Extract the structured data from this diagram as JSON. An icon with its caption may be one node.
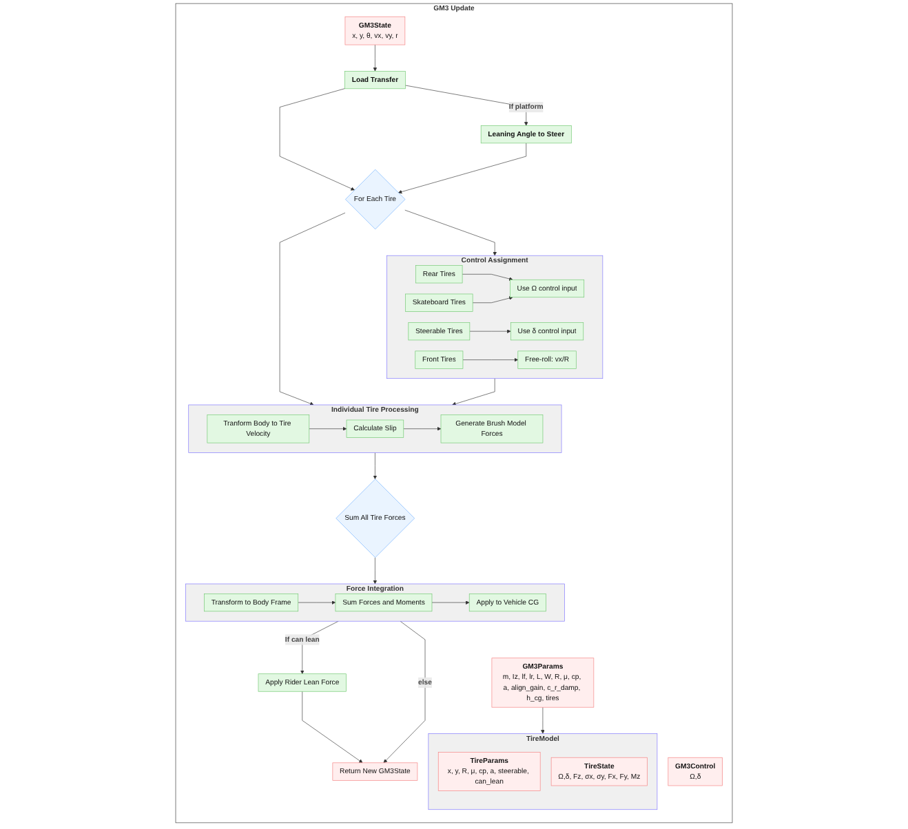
{
  "diagram": {
    "nodes": [
      {
        "text": [
          "GM3 Update"
        ]
      },
      {
        "text": [
          "GM3Params",
          "m, Iz, lf, lr, L, W, R, μ, cp, a, align_gain, c_r_damp, h_cg, tires"
        ],
        "in": 0
      },
      {
        "text": [
          "GM3Control",
          "Ω,δ"
        ],
        "in": 0
      },
      {
        "text": [
          "GM3State",
          "x, y, θ, vx, vy, r"
        ],
        "in": 0
      },
      {
        "text": [
          "TireModel"
        ],
        "in": 0
      },
      {
        "text": [
          "TireParams",
          "x, y, R, μ, cp, a, steerable, can_lean"
        ],
        "in": 4
      },
      {
        "text": [
          "TireState",
          "Ω,δ, Fz, σx, σy, Fx, Fy, Mz"
        ],
        "in": 4
      },
      {
        "text": [
          "Control Assignment"
        ],
        "in": 0
      },
      {
        "text": [
          "Rear Tires"
        ],
        "in": 7
      },
      {
        "text": [
          "Skateboard Tires"
        ],
        "in": 7
      },
      {
        "text": [
          "Use Ω control input"
        ],
        "in": 7
      },
      {
        "text": [
          "Steerable Tires"
        ],
        "in": 7
      },
      {
        "text": [
          "Use δ control input"
        ],
        "in": 7
      },
      {
        "text": [
          "Front Tires"
        ],
        "in": 7
      },
      {
        "text": [
          "Free-roll: vx/R"
        ],
        "in": 7
      },
      {
        "text": [
          "For Each Tire"
        ],
        "in": 0
      },
      {
        "text": [
          "Load Transfer"
        ],
        "in": 0
      },
      {
        "text": [
          "Leaning Angle to Steer"
        ],
        "in": 0
      },
      {
        "text": [
          "Individual Tire Processing"
        ],
        "in": 0
      },
      {
        "text": [
          "Tranform Body to Tire Velocity"
        ],
        "in": 18
      },
      {
        "text": [
          "Calculate Slip"
        ],
        "in": 18
      },
      {
        "text": [
          "Generate Brush Model Forces"
        ],
        "in": 18
      },
      {
        "text": [
          "Sum All Tire Forces"
        ],
        "in": 0
      },
      {
        "text": [
          "Force Integration"
        ],
        "in": 0
      },
      {
        "text": [
          "Transform to Body Frame"
        ],
        "in": 23
      },
      {
        "text": [
          "Sum Forces and Moments"
        ],
        "in": 23
      },
      {
        "text": [
          "Apply to Vehicle CG"
        ],
        "in": 23
      },
      {
        "text": [
          "Apply Rider Lean Force"
        ],
        "in": 0
      },
      {
        "text": [
          "Return New GM3State"
        ],
        "in": 0
      }
    ],
    "edges": [
      {
        "from": 1,
        "to": 4,
        "arrow": "to"
      },
      {
        "from": 3,
        "to": 16,
        "arrow": "to"
      },
      {
        "from": 16,
        "to": 17,
        "arrow": "to",
        "label": "If platform"
      },
      {
        "from": 16,
        "to": 15,
        "arrow": "to"
      },
      {
        "from": 17,
        "to": 15,
        "arrow": "to"
      },
      {
        "from": 15,
        "to": 7,
        "arrow": "to"
      },
      {
        "from": 15,
        "to": 18,
        "arrow": "to"
      },
      {
        "from": 8,
        "to": 10,
        "arrow": "to"
      },
      {
        "from": 9,
        "to": 10,
        "arrow": "to"
      },
      {
        "from": 11,
        "to": 12,
        "arrow": "to"
      },
      {
        "from": 13,
        "to": 14,
        "arrow": "to"
      },
      {
        "from": 7,
        "to": 18,
        "arrow": "to"
      },
      {
        "from": 19,
        "to": 20,
        "arrow": "to"
      },
      {
        "from": 20,
        "to": 21,
        "arrow": "to"
      },
      {
        "from": 18,
        "to": 22,
        "arrow": "to"
      },
      {
        "from": 22,
        "to": 23,
        "arrow": "to"
      },
      {
        "from": 24,
        "to": 25,
        "arrow": "to"
      },
      {
        "from": 25,
        "to": 26,
        "arrow": "to"
      },
      {
        "from": 23,
        "to": 27,
        "arrow": "to",
        "label": "If can lean"
      },
      {
        "from": 23,
        "to": 28,
        "arrow": "to",
        "label": "else"
      },
      {
        "from": 27,
        "to": 28,
        "arrow": "to"
      }
    ]
  }
}
